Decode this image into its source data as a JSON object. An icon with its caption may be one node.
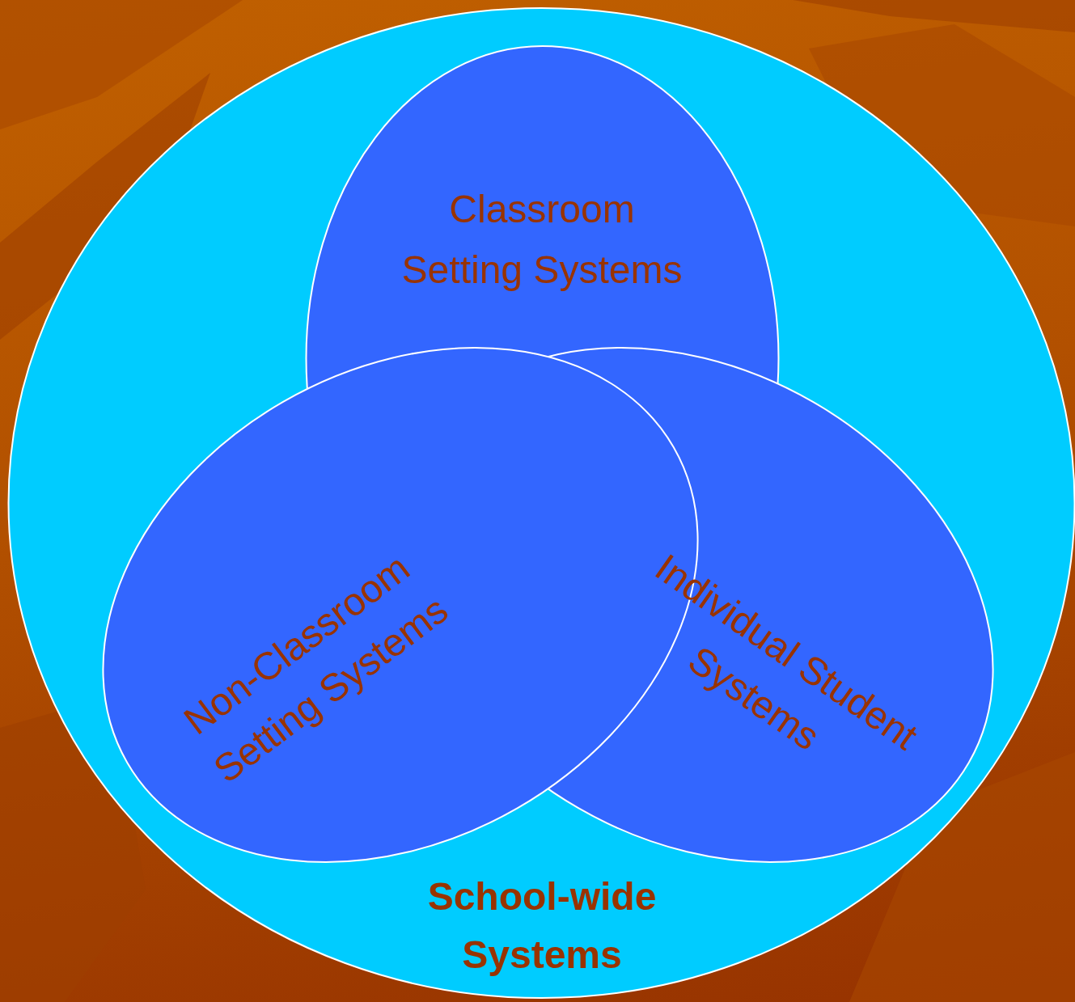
{
  "diagram": {
    "nodes": [
      {
        "text": [
          "School-wide Systems"
        ]
      },
      {
        "text": [
          "Classroom Setting Systems"
        ],
        "in": 0
      },
      {
        "text": [
          "Individual Student Systems"
        ],
        "in": 0
      },
      {
        "text": [
          "Non-Classroom Setting Systems"
        ],
        "in": 0
      }
    ]
  }
}
